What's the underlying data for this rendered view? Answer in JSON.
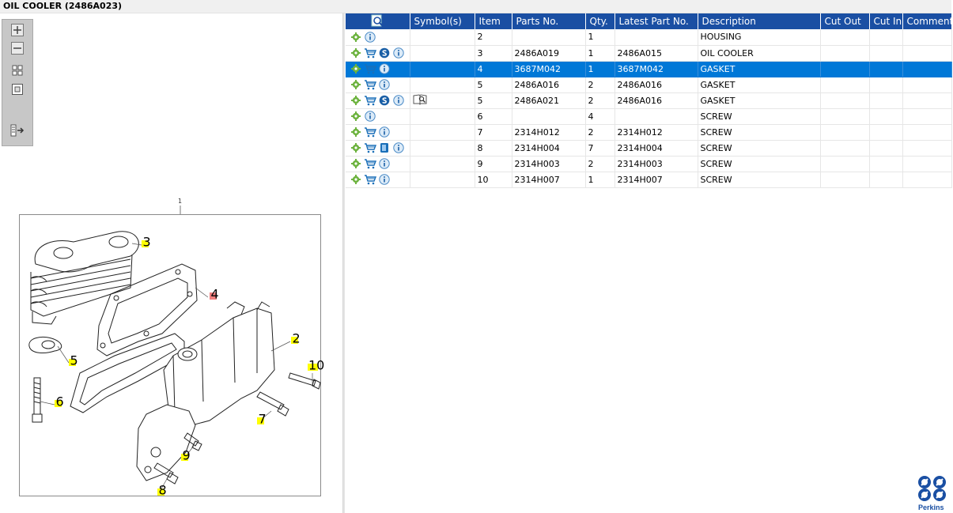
{
  "window": {
    "title": "OIL COOLER (2486A023)"
  },
  "colors": {
    "header_bg": "#1a4fa3",
    "selected_row": "#0078d7",
    "callout_yellow": "#ffff00",
    "callout_red": "#f08080"
  },
  "toolbar": {
    "buttons": [
      {
        "name": "zoom-in",
        "icon": "zoom-in-icon"
      },
      {
        "name": "zoom-out",
        "icon": "zoom-out-icon"
      },
      {
        "name": "fit-all",
        "icon": "fit-all-icon"
      },
      {
        "name": "actual-size",
        "icon": "actual-size-icon"
      },
      {
        "name": "toggle-pane",
        "icon": "toggle-pane-icon"
      }
    ]
  },
  "drawing": {
    "callouts": [
      "1",
      "2",
      "3",
      "4",
      "5",
      "6",
      "7",
      "8",
      "9",
      "10"
    ],
    "highlighted_callout": "4"
  },
  "grid": {
    "columns": [
      "Symbol(s)",
      "Item",
      "Parts No.",
      "Qty.",
      "Latest Part No.",
      "Description",
      "Cut Out",
      "Cut In",
      "Comment"
    ],
    "rows": [
      {
        "icons": [
          "gear",
          "info"
        ],
        "symbols": "",
        "item": "2",
        "part_no": "",
        "qty": "1",
        "latest": "",
        "desc": "HOUSING",
        "cut_out": "",
        "cut_in": "",
        "comment": ""
      },
      {
        "icons": [
          "gear",
          "cart",
          "s",
          "info"
        ],
        "symbols": "",
        "item": "3",
        "part_no": "2486A019",
        "qty": "1",
        "latest": "2486A015",
        "desc": "OIL COOLER",
        "cut_out": "",
        "cut_in": "",
        "comment": ""
      },
      {
        "icons": [
          "gear",
          "cart",
          "info"
        ],
        "symbols": "",
        "item": "4",
        "part_no": "3687M042",
        "qty": "1",
        "latest": "3687M042",
        "desc": "GASKET",
        "cut_out": "",
        "cut_in": "",
        "comment": "",
        "selected": true
      },
      {
        "icons": [
          "gear",
          "cart",
          "info"
        ],
        "symbols": "",
        "item": "5",
        "part_no": "2486A016",
        "qty": "2",
        "latest": "2486A016",
        "desc": "GASKET",
        "cut_out": "",
        "cut_in": "",
        "comment": ""
      },
      {
        "icons": [
          "gear",
          "cart",
          "s",
          "info"
        ],
        "symbols": "book",
        "item": "5",
        "part_no": "2486A021",
        "qty": "2",
        "latest": "2486A016",
        "desc": "GASKET",
        "cut_out": "",
        "cut_in": "",
        "comment": ""
      },
      {
        "icons": [
          "gear",
          "info"
        ],
        "symbols": "",
        "item": "6",
        "part_no": "",
        "qty": "4",
        "latest": "",
        "desc": "SCREW",
        "cut_out": "",
        "cut_in": "",
        "comment": ""
      },
      {
        "icons": [
          "gear",
          "cart",
          "info"
        ],
        "symbols": "",
        "item": "7",
        "part_no": "2314H012",
        "qty": "2",
        "latest": "2314H012",
        "desc": "SCREW",
        "cut_out": "",
        "cut_in": "",
        "comment": ""
      },
      {
        "icons": [
          "gear",
          "cart",
          "note",
          "info"
        ],
        "symbols": "",
        "item": "8",
        "part_no": "2314H004",
        "qty": "7",
        "latest": "2314H004",
        "desc": "SCREW",
        "cut_out": "",
        "cut_in": "",
        "comment": ""
      },
      {
        "icons": [
          "gear",
          "cart",
          "info"
        ],
        "symbols": "",
        "item": "9",
        "part_no": "2314H003",
        "qty": "2",
        "latest": "2314H003",
        "desc": "SCREW",
        "cut_out": "",
        "cut_in": "",
        "comment": ""
      },
      {
        "icons": [
          "gear",
          "cart",
          "info"
        ],
        "symbols": "",
        "item": "10",
        "part_no": "2314H007",
        "qty": "1",
        "latest": "2314H007",
        "desc": "SCREW",
        "cut_out": "",
        "cut_in": "",
        "comment": ""
      }
    ]
  },
  "brand": {
    "logo_text": "Perkins"
  }
}
